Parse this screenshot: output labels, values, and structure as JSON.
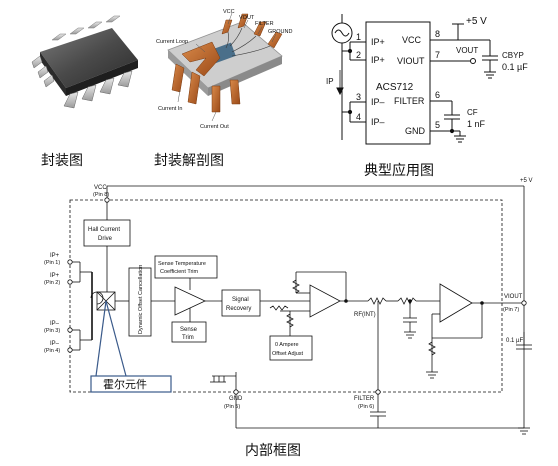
{
  "captions": {
    "package": "封装图",
    "cutaway": "封装解剖图",
    "typical": "典型应用图",
    "block": "内部框图"
  },
  "cutaway_labels": {
    "vcc": "VCC",
    "vout": "VOUT",
    "filter": "FILTER",
    "ground": "GROUND",
    "current_loop": "Current Loop",
    "current_in": "Current In",
    "current_out": "Current Out"
  },
  "typical_app": {
    "chip": "ACS712",
    "pins_left": [
      {
        "num": "1",
        "name": "IP+"
      },
      {
        "num": "2",
        "name": "IP+"
      },
      {
        "num": "3",
        "name": "IP–"
      },
      {
        "num": "4",
        "name": "IP–"
      }
    ],
    "pins_right": [
      {
        "num": "8",
        "name": "VCC"
      },
      {
        "num": "7",
        "name": "VIOUT"
      },
      {
        "num": "6",
        "name": "FILTER"
      },
      {
        "num": "5",
        "name": "GND"
      }
    ],
    "supply": "+5 V",
    "vout": "VOUT",
    "cbyp": "CBYP",
    "cbyp_value": "0.1 µF",
    "cf": "CF",
    "cf_value": "1 nF",
    "ip": "IP"
  },
  "block_diagram": {
    "vcc": "VCC",
    "vcc_pin": "(Pin 8)",
    "plus5v": "+5 V",
    "pins_left": [
      {
        "name": "IP+",
        "pin": "(Pin 1)"
      },
      {
        "name": "IP+",
        "pin": "(Pin 2)"
      },
      {
        "name": "IP–",
        "pin": "(Pin 3)"
      },
      {
        "name": "IP–",
        "pin": "(Pin 4)"
      }
    ],
    "hall_drive": [
      "Hall Current",
      "Drive"
    ],
    "dynamic_offset": "Dynamic Offset Cancellation",
    "sense_temp": [
      "Sense Temperature",
      "Coefficient Trim"
    ],
    "sense_trim": [
      "Sense",
      "Trim"
    ],
    "signal_recovery": [
      "Signal",
      "Recovery"
    ],
    "offset_adjust": [
      "0 Ampere",
      "Offset Adjust"
    ],
    "rfint": "RF(INT)",
    "viout": "VIOUT",
    "viout_pin": "(Pin 7)",
    "cap_value": "0.1 µF",
    "gnd": "GND",
    "gnd_pin": "(Pin 5)",
    "filter": "FILTER",
    "filter_pin": "(Pin 6)",
    "hall_element": "霍尔元件"
  }
}
